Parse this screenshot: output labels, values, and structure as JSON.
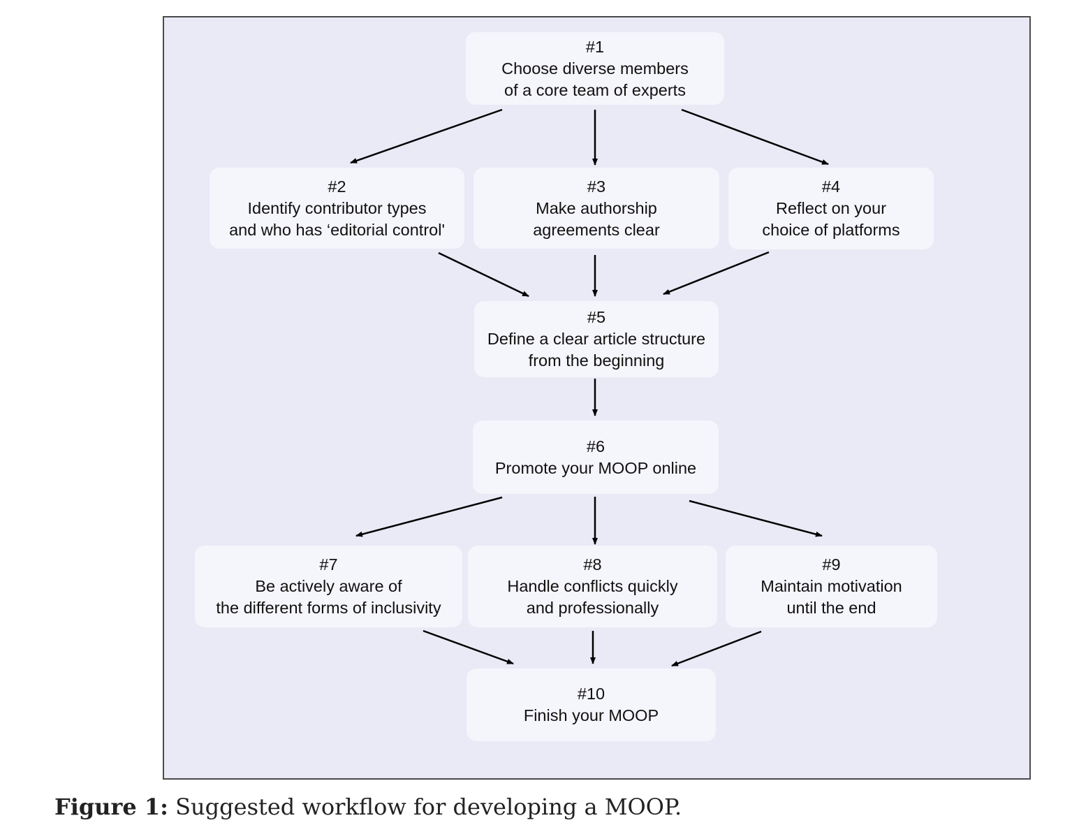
{
  "steps": [
    {
      "id": "#1",
      "lines": [
        "Choose diverse members",
        "of a core team of experts"
      ]
    },
    {
      "id": "#2",
      "lines": [
        "Identify contributor types",
        "and who has ‘editorial control'"
      ]
    },
    {
      "id": "#3",
      "lines": [
        "Make authorship",
        "agreements clear"
      ]
    },
    {
      "id": "#4",
      "lines": [
        "Reflect on your",
        "choice of platforms"
      ]
    },
    {
      "id": "#5",
      "lines": [
        "Define a clear article structure",
        "from the beginning"
      ]
    },
    {
      "id": "#6",
      "lines": [
        "Promote your MOOP online"
      ]
    },
    {
      "id": "#7",
      "lines": [
        "Be actively aware of",
        "the different forms of inclusivity"
      ]
    },
    {
      "id": "#8",
      "lines": [
        "Handle conflicts quickly",
        "and professionally"
      ]
    },
    {
      "id": "#9",
      "lines": [
        "Maintain motivation",
        "until the end"
      ]
    },
    {
      "id": "#10",
      "lines": [
        "Finish your MOOP"
      ]
    }
  ],
  "caption": {
    "label": "Figure 1:",
    "text": "Suggested workflow for developing a MOOP."
  },
  "colors": {
    "frame_background": "#eae9f6",
    "box_background": "#f5f5fc",
    "arrow": "#000000"
  }
}
